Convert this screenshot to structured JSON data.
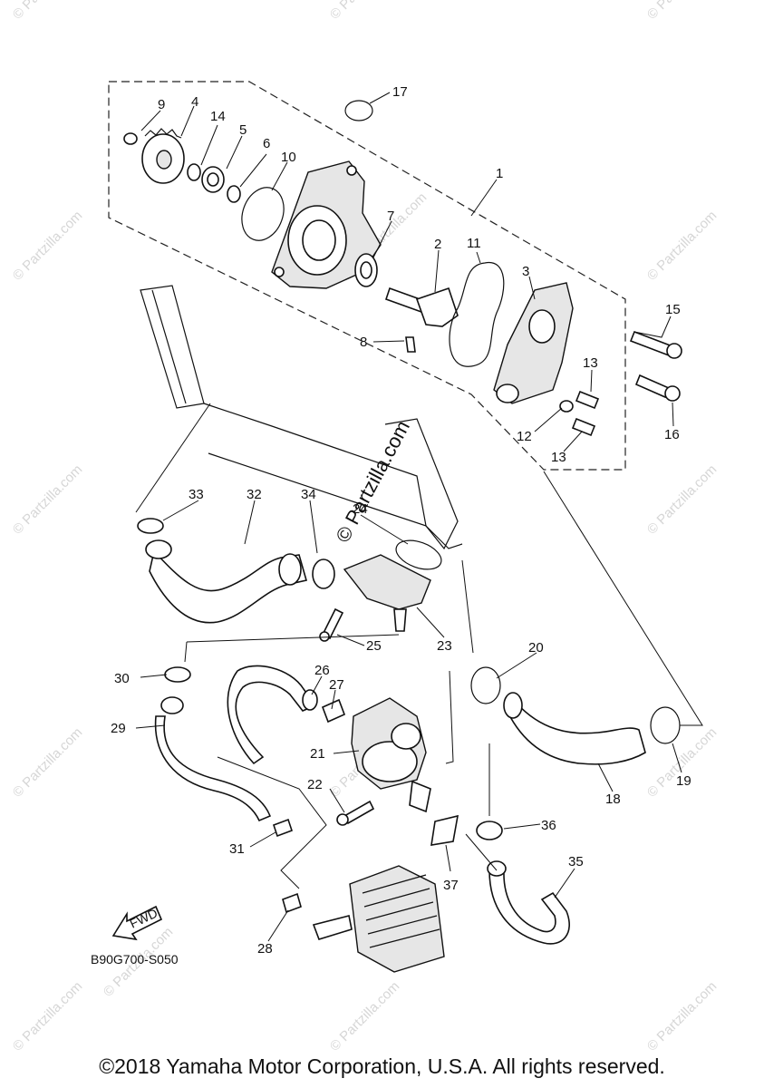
{
  "watermark": {
    "text": "© Partzilla.com",
    "center_text": "© Partzilla.com"
  },
  "diagram_code": "B90G700-S050",
  "fwd_label": "FWD",
  "callouts": [
    "1",
    "2",
    "3",
    "4",
    "5",
    "6",
    "7",
    "8",
    "9",
    "10",
    "11",
    "12",
    "13",
    "13",
    "14",
    "15",
    "16",
    "17",
    "18",
    "19",
    "20",
    "21",
    "22",
    "23",
    "24",
    "25",
    "26",
    "27",
    "28",
    "29",
    "30",
    "31",
    "32",
    "33",
    "34",
    "35",
    "36",
    "37"
  ],
  "copyright": "©2018 Yamaha Motor Corporation, U.S.A. All rights reserved."
}
